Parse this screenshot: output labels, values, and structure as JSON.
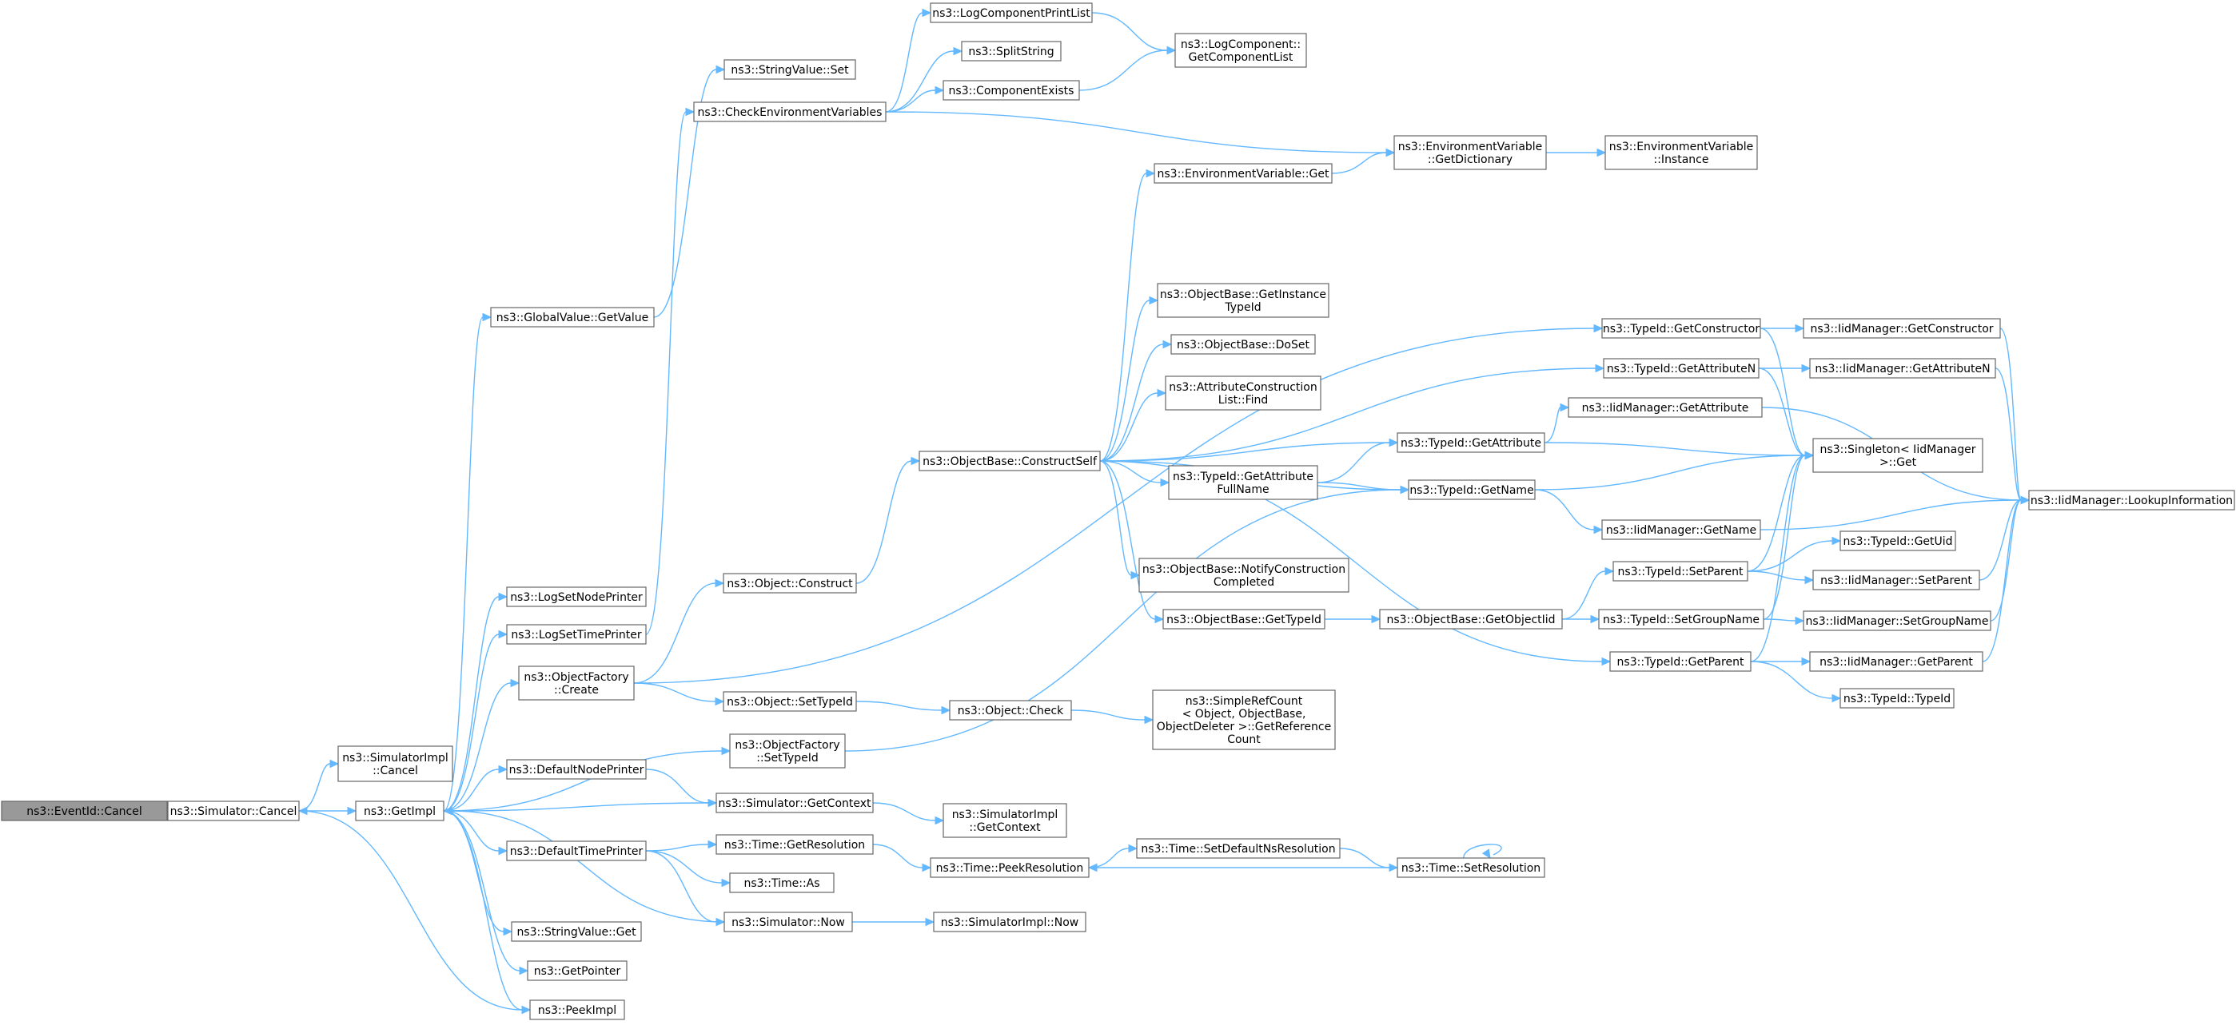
{
  "graph": {
    "root": "n_root",
    "nodes": [
      {
        "id": "n_root",
        "lines": [
          "ns3::EventId::Cancel"
        ]
      },
      {
        "id": "n_simcancel",
        "lines": [
          "ns3::Simulator::Cancel"
        ]
      },
      {
        "id": "n_simimplcancel",
        "lines": [
          "ns3::SimulatorImpl",
          "::Cancel"
        ]
      },
      {
        "id": "n_getimpl",
        "lines": [
          "ns3::GetImpl"
        ]
      },
      {
        "id": "n_peekimpl",
        "lines": [
          "ns3::PeekImpl"
        ]
      },
      {
        "id": "n_gvgetvalue",
        "lines": [
          "ns3::GlobalValue::GetValue"
        ]
      },
      {
        "id": "n_logsetnode",
        "lines": [
          "ns3::LogSetNodePrinter"
        ]
      },
      {
        "id": "n_logsettime",
        "lines": [
          "ns3::LogSetTimePrinter"
        ]
      },
      {
        "id": "n_ofcreate",
        "lines": [
          "ns3::ObjectFactory",
          "::Create"
        ]
      },
      {
        "id": "n_ofsettypeid",
        "lines": [
          "ns3::ObjectFactory",
          "::SetTypeId"
        ]
      },
      {
        "id": "n_defnodeprinter",
        "lines": [
          "ns3::DefaultNodePrinter"
        ]
      },
      {
        "id": "n_simgetcontext",
        "lines": [
          "ns3::Simulator::GetContext"
        ]
      },
      {
        "id": "n_deftimeprinter",
        "lines": [
          "ns3::DefaultTimePrinter"
        ]
      },
      {
        "id": "n_stringvalueget",
        "lines": [
          "ns3::StringValue::Get"
        ]
      },
      {
        "id": "n_getpointer",
        "lines": [
          "ns3::GetPointer"
        ]
      },
      {
        "id": "n_stringvalueset",
        "lines": [
          "ns3::StringValue::Set"
        ]
      },
      {
        "id": "n_checkenv",
        "lines": [
          "ns3::CheckEnvironmentVariables"
        ]
      },
      {
        "id": "n_logcompprint",
        "lines": [
          "ns3::LogComponentPrintList"
        ]
      },
      {
        "id": "n_splitstring",
        "lines": [
          "ns3::SplitString"
        ]
      },
      {
        "id": "n_compexists",
        "lines": [
          "ns3::ComponentExists"
        ]
      },
      {
        "id": "n_logcompgetlist",
        "lines": [
          "ns3::LogComponent::",
          "GetComponentList"
        ]
      },
      {
        "id": "n_envgetdict",
        "lines": [
          "ns3::EnvironmentVariable",
          "::GetDictionary"
        ]
      },
      {
        "id": "n_envinstance",
        "lines": [
          "ns3::EnvironmentVariable",
          "::Instance"
        ]
      },
      {
        "id": "n_envget",
        "lines": [
          "ns3::EnvironmentVariable::Get"
        ]
      },
      {
        "id": "n_objconstruct",
        "lines": [
          "ns3::Object::Construct"
        ]
      },
      {
        "id": "n_obconstructself",
        "lines": [
          "ns3::ObjectBase::ConstructSelf"
        ]
      },
      {
        "id": "n_obgetinstance",
        "lines": [
          "ns3::ObjectBase::GetInstance",
          "TypeId"
        ]
      },
      {
        "id": "n_obdoset",
        "lines": [
          "ns3::ObjectBase::DoSet"
        ]
      },
      {
        "id": "n_acfind",
        "lines": [
          "ns3::AttributeConstruction",
          "List::Find"
        ]
      },
      {
        "id": "n_tidgetattrfull",
        "lines": [
          "ns3::TypeId::GetAttribute",
          "FullName"
        ]
      },
      {
        "id": "n_obnotify",
        "lines": [
          "ns3::ObjectBase::NotifyConstruction",
          "Completed"
        ]
      },
      {
        "id": "n_obgettypeid",
        "lines": [
          "ns3::ObjectBase::GetTypeId"
        ]
      },
      {
        "id": "n_objsettypeid",
        "lines": [
          "ns3::Object::SetTypeId"
        ]
      },
      {
        "id": "n_objcheck",
        "lines": [
          "ns3::Object::Check"
        ]
      },
      {
        "id": "n_simplerefcount",
        "lines": [
          "ns3::SimpleRefCount",
          "< Object, ObjectBase,",
          "ObjectDeleter >::GetReference",
          "Count"
        ]
      },
      {
        "id": "n_simimplgetcontext",
        "lines": [
          "ns3::SimulatorImpl",
          "::GetContext"
        ]
      },
      {
        "id": "n_timegetres",
        "lines": [
          "ns3::Time::GetResolution"
        ]
      },
      {
        "id": "n_timeas",
        "lines": [
          "ns3::Time::As"
        ]
      },
      {
        "id": "n_simnow",
        "lines": [
          "ns3::Simulator::Now"
        ]
      },
      {
        "id": "n_timepeekres",
        "lines": [
          "ns3::Time::PeekResolution"
        ]
      },
      {
        "id": "n_simimplnow",
        "lines": [
          "ns3::SimulatorImpl::Now"
        ]
      },
      {
        "id": "n_timesetdefns",
        "lines": [
          "ns3::Time::SetDefaultNsResolution"
        ]
      },
      {
        "id": "n_timesetres",
        "lines": [
          "ns3::Time::SetResolution"
        ]
      },
      {
        "id": "n_tidgetattr",
        "lines": [
          "ns3::TypeId::GetAttribute"
        ]
      },
      {
        "id": "n_tidgetname",
        "lines": [
          "ns3::TypeId::GetName"
        ]
      },
      {
        "id": "n_obgetobjectiid",
        "lines": [
          "ns3::ObjectBase::GetObjectIid"
        ]
      },
      {
        "id": "n_tidgetconstructor",
        "lines": [
          "ns3::TypeId::GetConstructor"
        ]
      },
      {
        "id": "n_tidgetattrn",
        "lines": [
          "ns3::TypeId::GetAttributeN"
        ]
      },
      {
        "id": "n_iidgetattr",
        "lines": [
          "ns3::IidManager::GetAttribute"
        ]
      },
      {
        "id": "n_iidgetname",
        "lines": [
          "ns3::IidManager::GetName"
        ]
      },
      {
        "id": "n_tidsetparent",
        "lines": [
          "ns3::TypeId::SetParent"
        ]
      },
      {
        "id": "n_tidsetgroup",
        "lines": [
          "ns3::TypeId::SetGroupName"
        ]
      },
      {
        "id": "n_tidgetparent",
        "lines": [
          "ns3::TypeId::GetParent"
        ]
      },
      {
        "id": "n_iidgetconstructor",
        "lines": [
          "ns3::IidManager::GetConstructor"
        ]
      },
      {
        "id": "n_iidgetattrn",
        "lines": [
          "ns3::IidManager::GetAttributeN"
        ]
      },
      {
        "id": "n_singletonget",
        "lines": [
          "ns3::Singleton< IidManager",
          ">::Get"
        ]
      },
      {
        "id": "n_tidgetuid",
        "lines": [
          "ns3::TypeId::GetUid"
        ]
      },
      {
        "id": "n_iidsetparent",
        "lines": [
          "ns3::IidManager::SetParent"
        ]
      },
      {
        "id": "n_iidsetgroup",
        "lines": [
          "ns3::IidManager::SetGroupName"
        ]
      },
      {
        "id": "n_iidgetparent",
        "lines": [
          "ns3::IidManager::GetParent"
        ]
      },
      {
        "id": "n_tidtypeid",
        "lines": [
          "ns3::TypeId::TypeId"
        ]
      },
      {
        "id": "n_iidlookup",
        "lines": [
          "ns3::IidManager::LookupInformation"
        ]
      }
    ],
    "edges": [
      [
        "n_root",
        "n_simcancel"
      ],
      [
        "n_simcancel",
        "n_simimplcancel"
      ],
      [
        "n_simcancel",
        "n_getimpl"
      ],
      [
        "n_simcancel",
        "n_peekimpl"
      ],
      [
        "n_getimpl",
        "n_gvgetvalue"
      ],
      [
        "n_getimpl",
        "n_logsetnode"
      ],
      [
        "n_getimpl",
        "n_logsettime"
      ],
      [
        "n_getimpl",
        "n_ofcreate"
      ],
      [
        "n_getimpl",
        "n_ofsettypeid"
      ],
      [
        "n_getimpl",
        "n_defnodeprinter"
      ],
      [
        "n_getimpl",
        "n_deftimeprinter"
      ],
      [
        "n_getimpl",
        "n_stringvalueget"
      ],
      [
        "n_getimpl",
        "n_getpointer"
      ],
      [
        "n_getimpl",
        "n_peekimpl"
      ],
      [
        "n_gvgetvalue",
        "n_stringvalueset"
      ],
      [
        "n_logsettime",
        "n_checkenv"
      ],
      [
        "n_checkenv",
        "n_logcompprint"
      ],
      [
        "n_checkenv",
        "n_splitstring"
      ],
      [
        "n_checkenv",
        "n_compexists"
      ],
      [
        "n_checkenv",
        "n_envgetdict"
      ],
      [
        "n_logcompprint",
        "n_logcompgetlist"
      ],
      [
        "n_compexists",
        "n_logcompgetlist"
      ],
      [
        "n_envgetdict",
        "n_envinstance"
      ],
      [
        "n_envget",
        "n_envgetdict"
      ],
      [
        "n_ofcreate",
        "n_objconstruct"
      ],
      [
        "n_ofcreate",
        "n_objsettypeid"
      ],
      [
        "n_ofcreate",
        "n_tidgetconstructor"
      ],
      [
        "n_objconstruct",
        "n_obconstructself"
      ],
      [
        "n_obconstructself",
        "n_envget"
      ],
      [
        "n_obconstructself",
        "n_tidgetattrn"
      ],
      [
        "n_obconstructself",
        "n_obgetinstance"
      ],
      [
        "n_obconstructself",
        "n_obdoset"
      ],
      [
        "n_obconstructself",
        "n_acfind"
      ],
      [
        "n_obconstructself",
        "n_tidgetattr"
      ],
      [
        "n_obconstructself",
        "n_tidgetattrfull"
      ],
      [
        "n_obconstructself",
        "n_tidgetname"
      ],
      [
        "n_obconstructself",
        "n_obnotify"
      ],
      [
        "n_obconstructself",
        "n_obgettypeid"
      ],
      [
        "n_obconstructself",
        "n_tidgetparent"
      ],
      [
        "n_tidgetattrfull",
        "n_tidgetattr"
      ],
      [
        "n_tidgetattrfull",
        "n_tidgetname"
      ],
      [
        "n_obgettypeid",
        "n_obgetobjectiid"
      ],
      [
        "n_obgetobjectiid",
        "n_tidsetparent"
      ],
      [
        "n_obgetobjectiid",
        "n_tidsetgroup"
      ],
      [
        "n_objsettypeid",
        "n_objcheck"
      ],
      [
        "n_objcheck",
        "n_simplerefcount"
      ],
      [
        "n_ofsettypeid",
        "n_tidgetname"
      ],
      [
        "n_defnodeprinter",
        "n_simgetcontext"
      ],
      [
        "n_simgetcontext",
        "n_simimplgetcontext"
      ],
      [
        "n_simgetcontext",
        "n_getimpl"
      ],
      [
        "n_deftimeprinter",
        "n_timegetres"
      ],
      [
        "n_deftimeprinter",
        "n_timeas"
      ],
      [
        "n_deftimeprinter",
        "n_simnow"
      ],
      [
        "n_simnow",
        "n_simimplnow"
      ],
      [
        "n_simnow",
        "n_getimpl"
      ],
      [
        "n_timegetres",
        "n_timepeekres"
      ],
      [
        "n_timepeekres",
        "n_timesetdefns"
      ],
      [
        "n_timesetdefns",
        "n_timesetres"
      ],
      [
        "n_timesetres",
        "n_timepeekres"
      ],
      [
        "n_timesetres",
        "n_timesetres"
      ],
      [
        "n_tidgetattr",
        "n_iidgetattr"
      ],
      [
        "n_tidgetattr",
        "n_singletonget"
      ],
      [
        "n_tidgetname",
        "n_iidgetname"
      ],
      [
        "n_tidgetname",
        "n_singletonget"
      ],
      [
        "n_tidgetconstructor",
        "n_iidgetconstructor"
      ],
      [
        "n_tidgetconstructor",
        "n_singletonget"
      ],
      [
        "n_tidgetattrn",
        "n_iidgetattrn"
      ],
      [
        "n_tidgetattrn",
        "n_singletonget"
      ],
      [
        "n_tidsetparent",
        "n_tidgetuid"
      ],
      [
        "n_tidsetparent",
        "n_iidsetparent"
      ],
      [
        "n_tidsetparent",
        "n_singletonget"
      ],
      [
        "n_tidsetgroup",
        "n_iidsetgroup"
      ],
      [
        "n_tidsetgroup",
        "n_singletonget"
      ],
      [
        "n_tidgetparent",
        "n_iidgetparent"
      ],
      [
        "n_tidgetparent",
        "n_tidtypeid"
      ],
      [
        "n_tidgetparent",
        "n_singletonget"
      ],
      [
        "n_iidgetattr",
        "n_iidlookup"
      ],
      [
        "n_iidgetname",
        "n_iidlookup"
      ],
      [
        "n_iidgetconstructor",
        "n_iidlookup"
      ],
      [
        "n_iidgetattrn",
        "n_iidlookup"
      ],
      [
        "n_iidsetparent",
        "n_iidlookup"
      ],
      [
        "n_iidsetgroup",
        "n_iidlookup"
      ],
      [
        "n_iidgetparent",
        "n_iidlookup"
      ]
    ]
  }
}
